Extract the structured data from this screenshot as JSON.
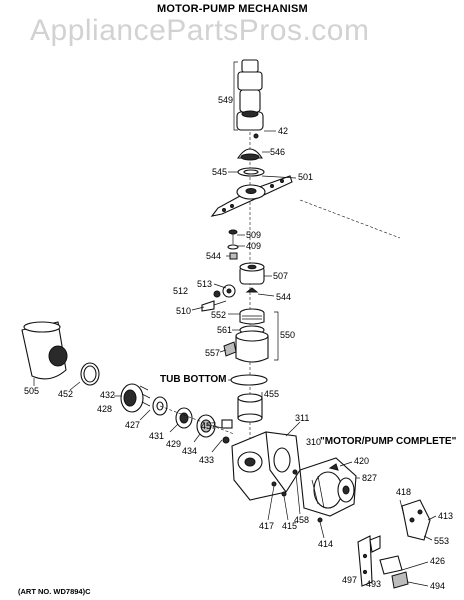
{
  "header": {
    "title": "MOTOR-PUMP MECHANISM"
  },
  "watermark": {
    "text": "AppliancePartsPros.com"
  },
  "callouts": {
    "tub_bottom": "TUB BOTTOM",
    "motor_pump_complete": "\"MOTOR/PUMP COMPLETE\""
  },
  "footer": {
    "art_number": "(ART NO. WD7894)C"
  },
  "part_labels": {
    "p549": "549",
    "p42": "42",
    "p546": "546",
    "p545": "545",
    "p501": "501",
    "p509": "509",
    "p409": "409",
    "p544a": "544",
    "p507": "507",
    "p513": "513",
    "p512": "512",
    "p544b": "544",
    "p510": "510",
    "p552": "552",
    "p561": "561",
    "p550": "550",
    "p557": "557",
    "p505": "505",
    "p452": "452",
    "p432": "432",
    "p428": "428",
    "p455": "455",
    "p311": "311",
    "p427": "427",
    "p431": "431",
    "p429": "429",
    "p434": "434",
    "p457": "457",
    "p433": "433",
    "p310": "310",
    "p420": "420",
    "p827": "827",
    "p418": "418",
    "p413": "413",
    "p553": "553",
    "p417": "417",
    "p415": "415",
    "p458": "458",
    "p414": "414",
    "p426": "426",
    "p497": "497",
    "p493": "493",
    "p494": "494"
  },
  "icons": [
    "pump-impeller-stack",
    "spray-arm",
    "motor-assembly",
    "pump-housing"
  ]
}
